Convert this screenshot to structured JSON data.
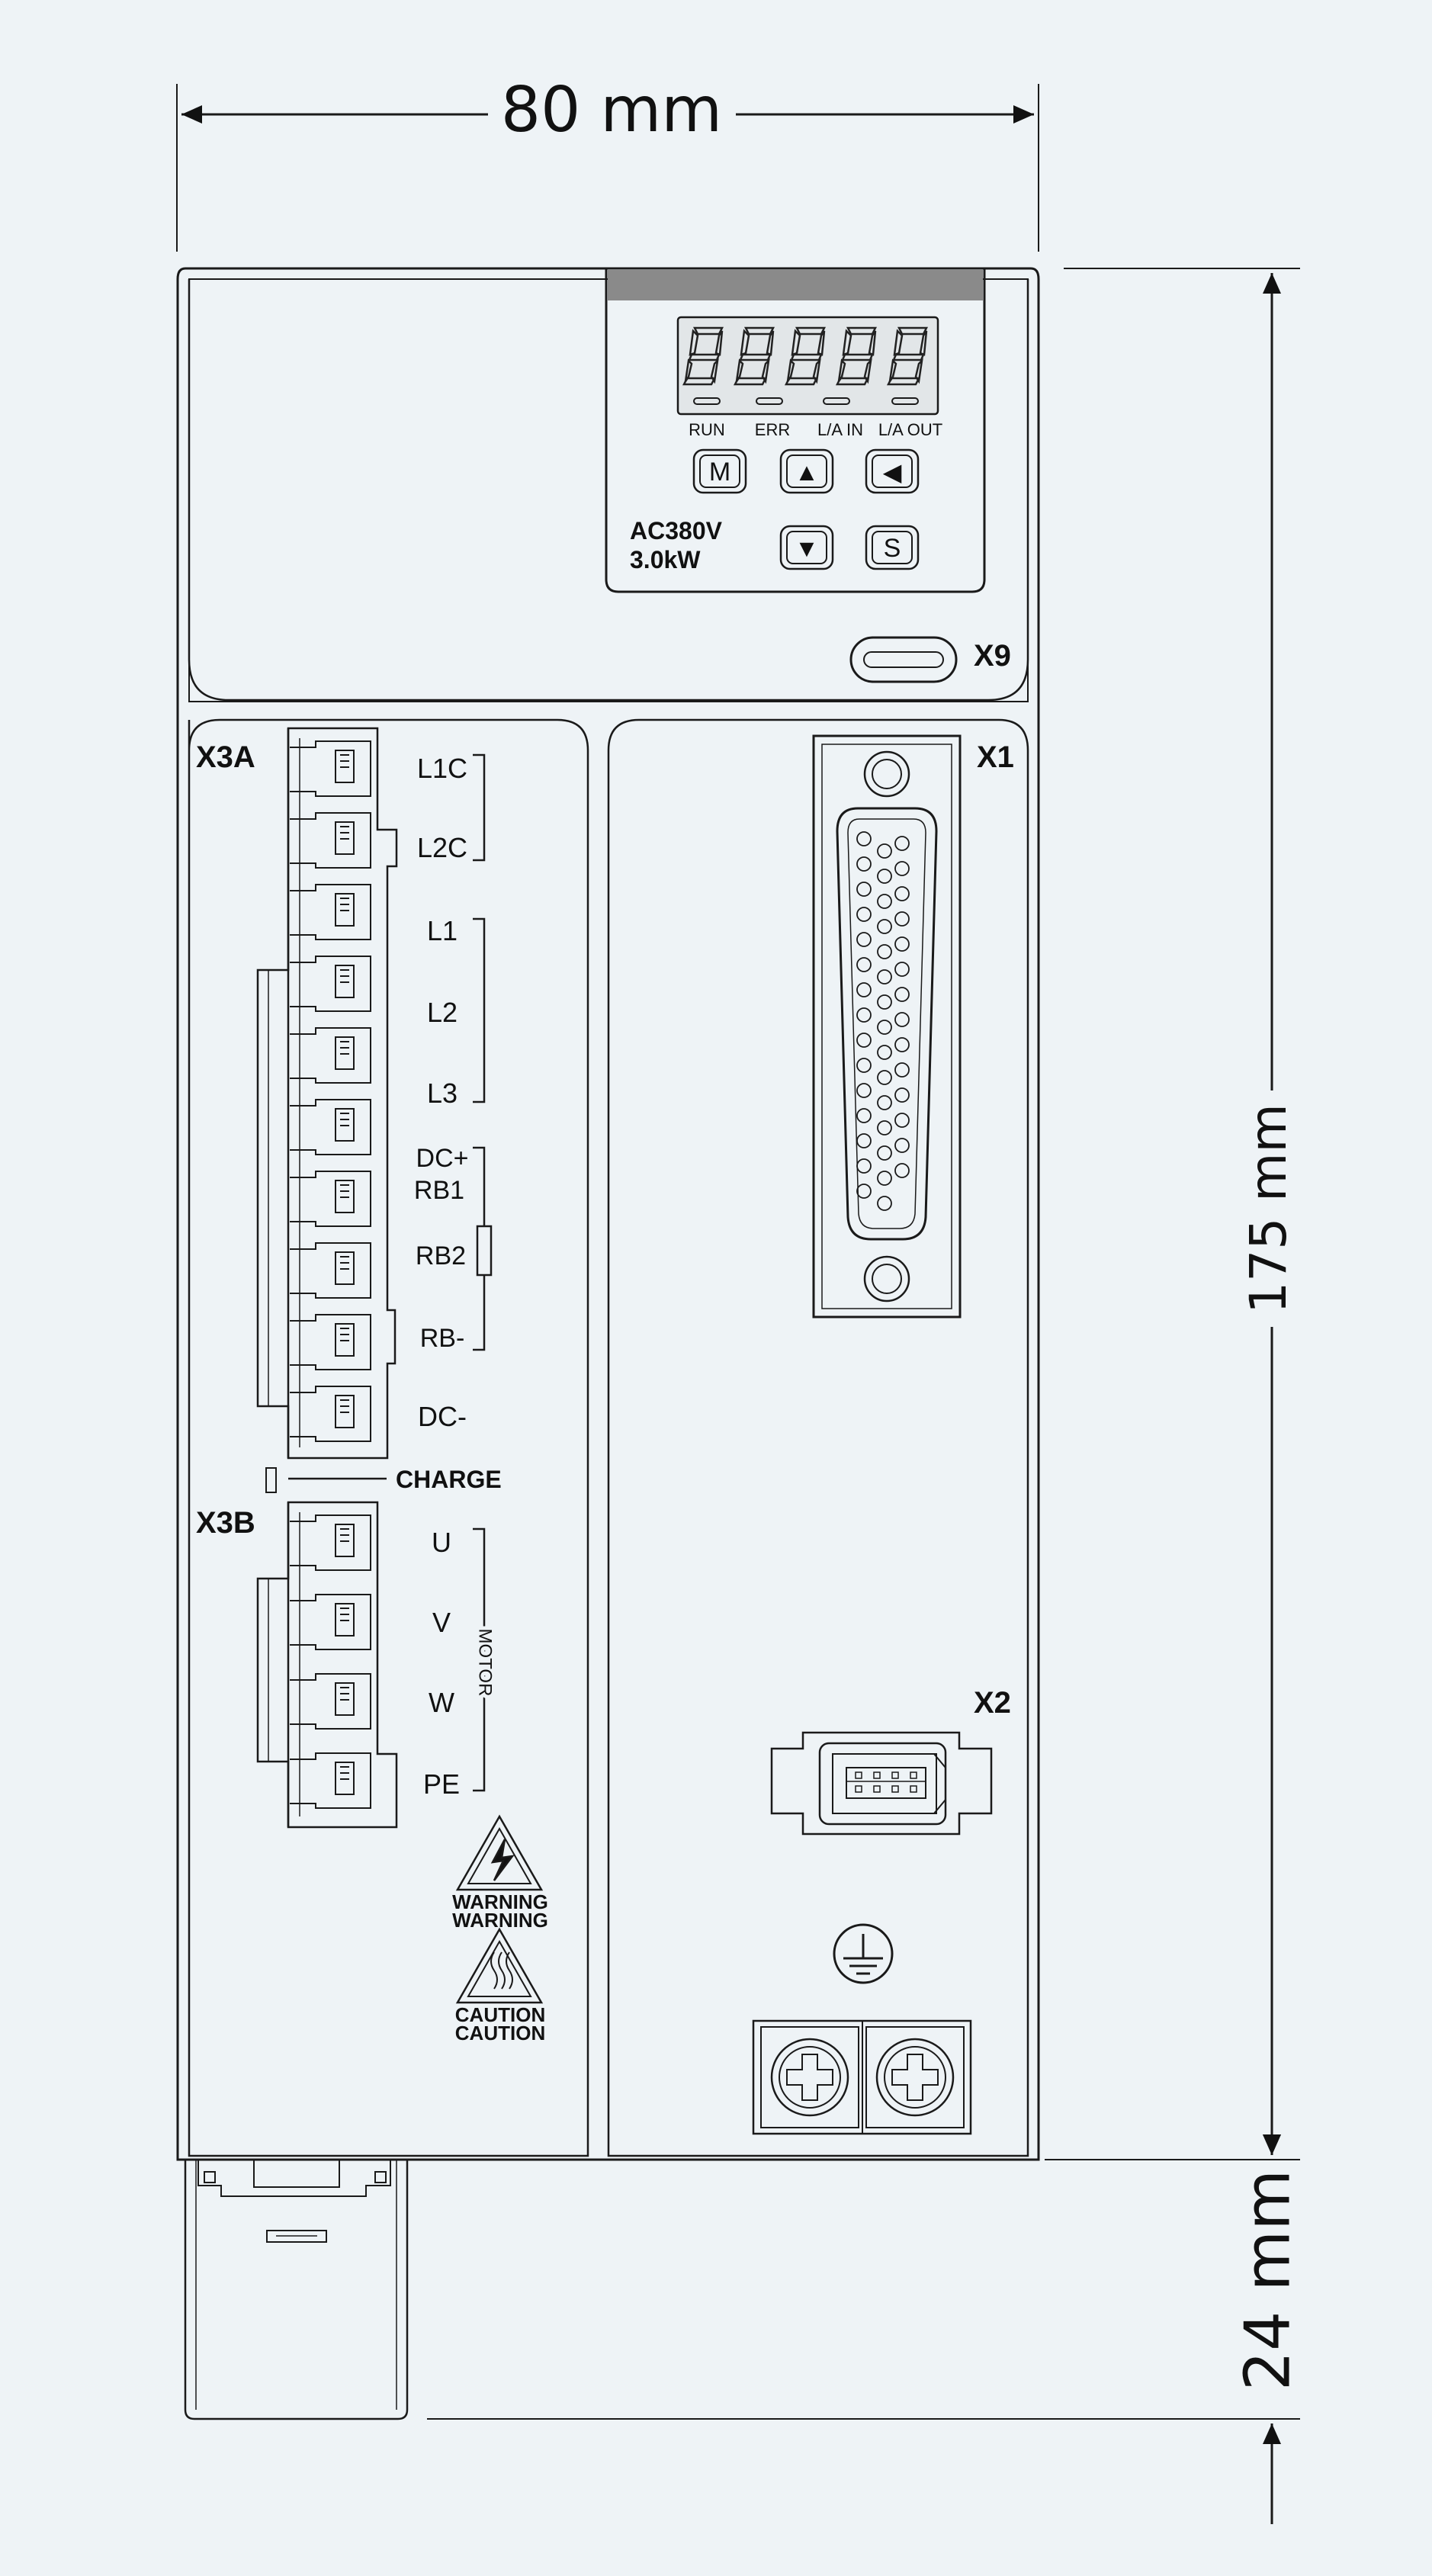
{
  "dimensions": {
    "width": "80 mm",
    "height": "175 mm",
    "depth": "24 mm"
  },
  "panel": {
    "led_labels": [
      "RUN",
      "ERR",
      "L/A IN",
      "L/A OUT"
    ],
    "buttons": {
      "m": "M",
      "up": "▲",
      "left": "◀",
      "down": "▼",
      "s": "S"
    },
    "rating_voltage": "AC380V",
    "rating_power": "3.0kW"
  },
  "connectors": {
    "x9": "X9",
    "x3a": "X3A",
    "x3b": "X3B",
    "x1": "X1",
    "x2": "X2"
  },
  "terminals_x3a": [
    "L1C",
    "L2C",
    "L1",
    "L2",
    "L3",
    "DC+",
    "RB1",
    "RB2",
    "RB-",
    "DC-"
  ],
  "charge": "CHARGE",
  "terminals_x3b": [
    "U",
    "V",
    "W",
    "PE"
  ],
  "motor": "MOTOR",
  "warnings": {
    "warning": "WARNING",
    "caution": "CAUTION"
  },
  "colors": {
    "background": "#eef3f6",
    "line": "#1a1a1a",
    "display": "#e2e6e8",
    "panel_top": "#8a8a8a"
  }
}
